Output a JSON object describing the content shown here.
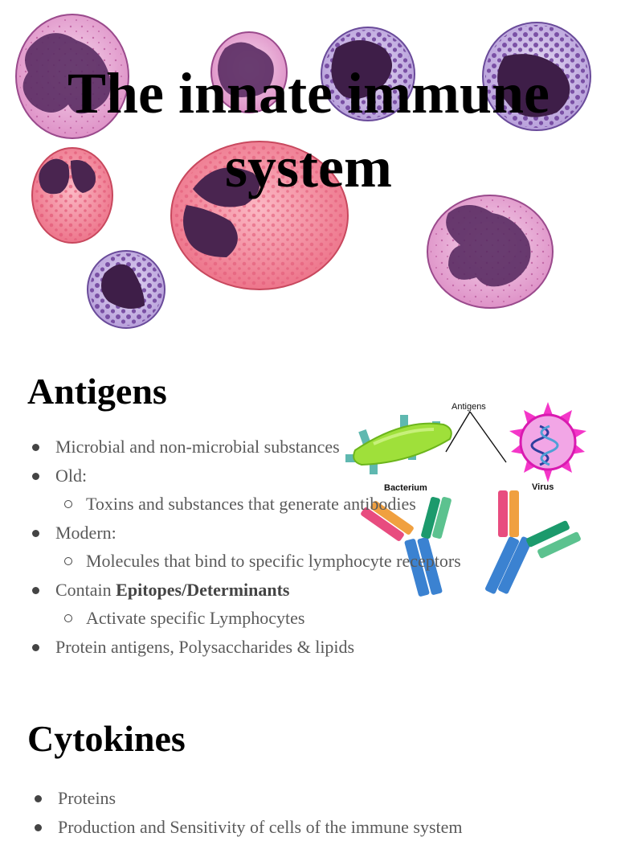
{
  "slide": {
    "title_line1": "The innate immune",
    "title_line2": "system"
  },
  "antigens": {
    "heading": "Antigens",
    "items": [
      {
        "level": 1,
        "text": "Microbial and non-microbial substances"
      },
      {
        "level": 1,
        "text": "Old:"
      },
      {
        "level": 2,
        "text": "Toxins and substances that generate antibodies"
      },
      {
        "level": 1,
        "text": "Modern:"
      },
      {
        "level": 2,
        "text": "Molecules that bind to specific lymphocyte receptors"
      },
      {
        "level": 1,
        "prefix": "Contain ",
        "bold": "Epitopes/Determinants"
      },
      {
        "level": 2,
        "text": "Activate specific Lymphocytes"
      },
      {
        "level": 1,
        "text": "Protein antigens, Polysaccharides & lipids"
      }
    ],
    "diagram": {
      "label_antigens": "Antigens",
      "label_bacterium": "Bacterium",
      "label_virus": "Virus"
    }
  },
  "cytokines": {
    "heading": "Cytokines",
    "items": [
      {
        "level": 1,
        "text": "Proteins"
      },
      {
        "level": 1,
        "text": "Production and Sensitivity of cells of the immune system"
      }
    ]
  },
  "colors": {
    "neutrophil": "#e6a3cf",
    "eosinophil": "#f08ca0",
    "basophil": "#b9a3dc",
    "nucleus": "#4a2550",
    "bacterium": "#9fe03a",
    "virus": "#f436c8"
  }
}
